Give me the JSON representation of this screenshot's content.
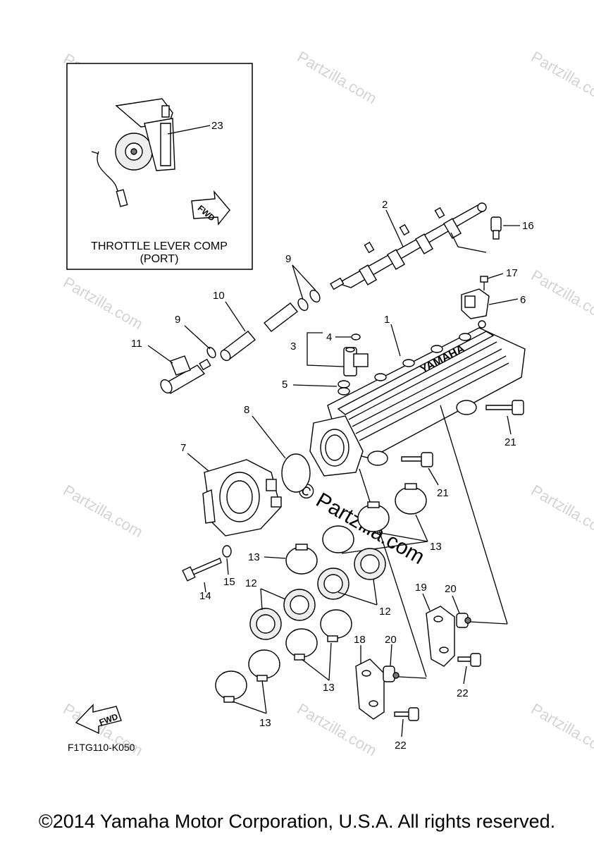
{
  "inset": {
    "title_line1": "THROTTLE LEVER COMP",
    "title_line2": "(PORT)",
    "part_23": "23",
    "fwd_label": "FWD"
  },
  "callouts": {
    "c1": "1",
    "c2": "2",
    "c3": "3",
    "c4": "4",
    "c5": "5",
    "c6": "6",
    "c7": "7",
    "c8": "8",
    "c9a": "9",
    "c9b": "9",
    "c10": "10",
    "c11": "11",
    "c12a": "12",
    "c12b": "12",
    "c13a": "13",
    "c13b": "13",
    "c13c": "13",
    "c13d": "13",
    "c14": "14",
    "c15": "15",
    "c16": "16",
    "c17": "17",
    "c18": "18",
    "c19": "19",
    "c20a": "20",
    "c20b": "20",
    "c21a": "21",
    "c21b": "21",
    "c22a": "22",
    "c22b": "22"
  },
  "manifold_brand": "YAMAHA",
  "fwd_bottom": "FWD",
  "figure_code": "F1TG110-K050",
  "watermark": "© Partzilla.com",
  "watermark_small": "Partzilla.com",
  "copyright": "©2014 Yamaha Motor Corporation, U.S.A. All rights reserved."
}
